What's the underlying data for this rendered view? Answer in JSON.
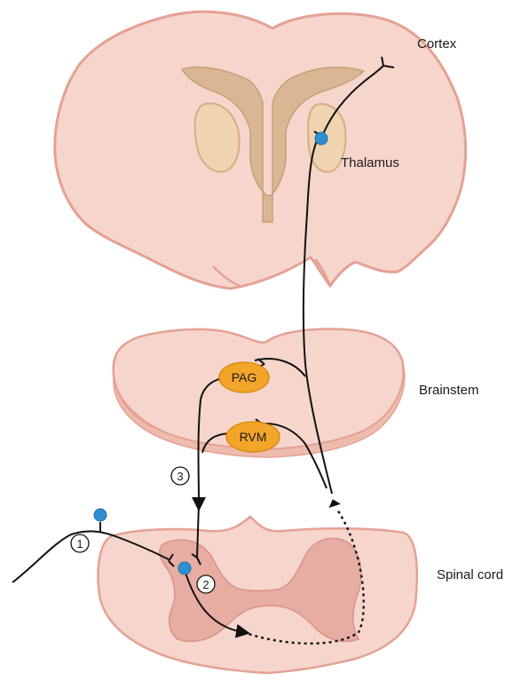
{
  "labels": {
    "cortex": "Cortex",
    "thalamus": "Thalamus",
    "brainstem": "Brainstem",
    "spinal_cord": "Spinal cord"
  },
  "nuclei": {
    "pag": "PAG",
    "rvm": "RVM"
  },
  "step_markers": [
    "1",
    "2",
    "3"
  ],
  "colors": {
    "tissue_fill": "#f6d6cc",
    "tissue_outline": "#e4a193",
    "ventricle_fill": "#d9b694",
    "nucleus_fill": "#f3a52a",
    "neuron_body": "#2f8fd0",
    "pathway_line": "#111111"
  }
}
